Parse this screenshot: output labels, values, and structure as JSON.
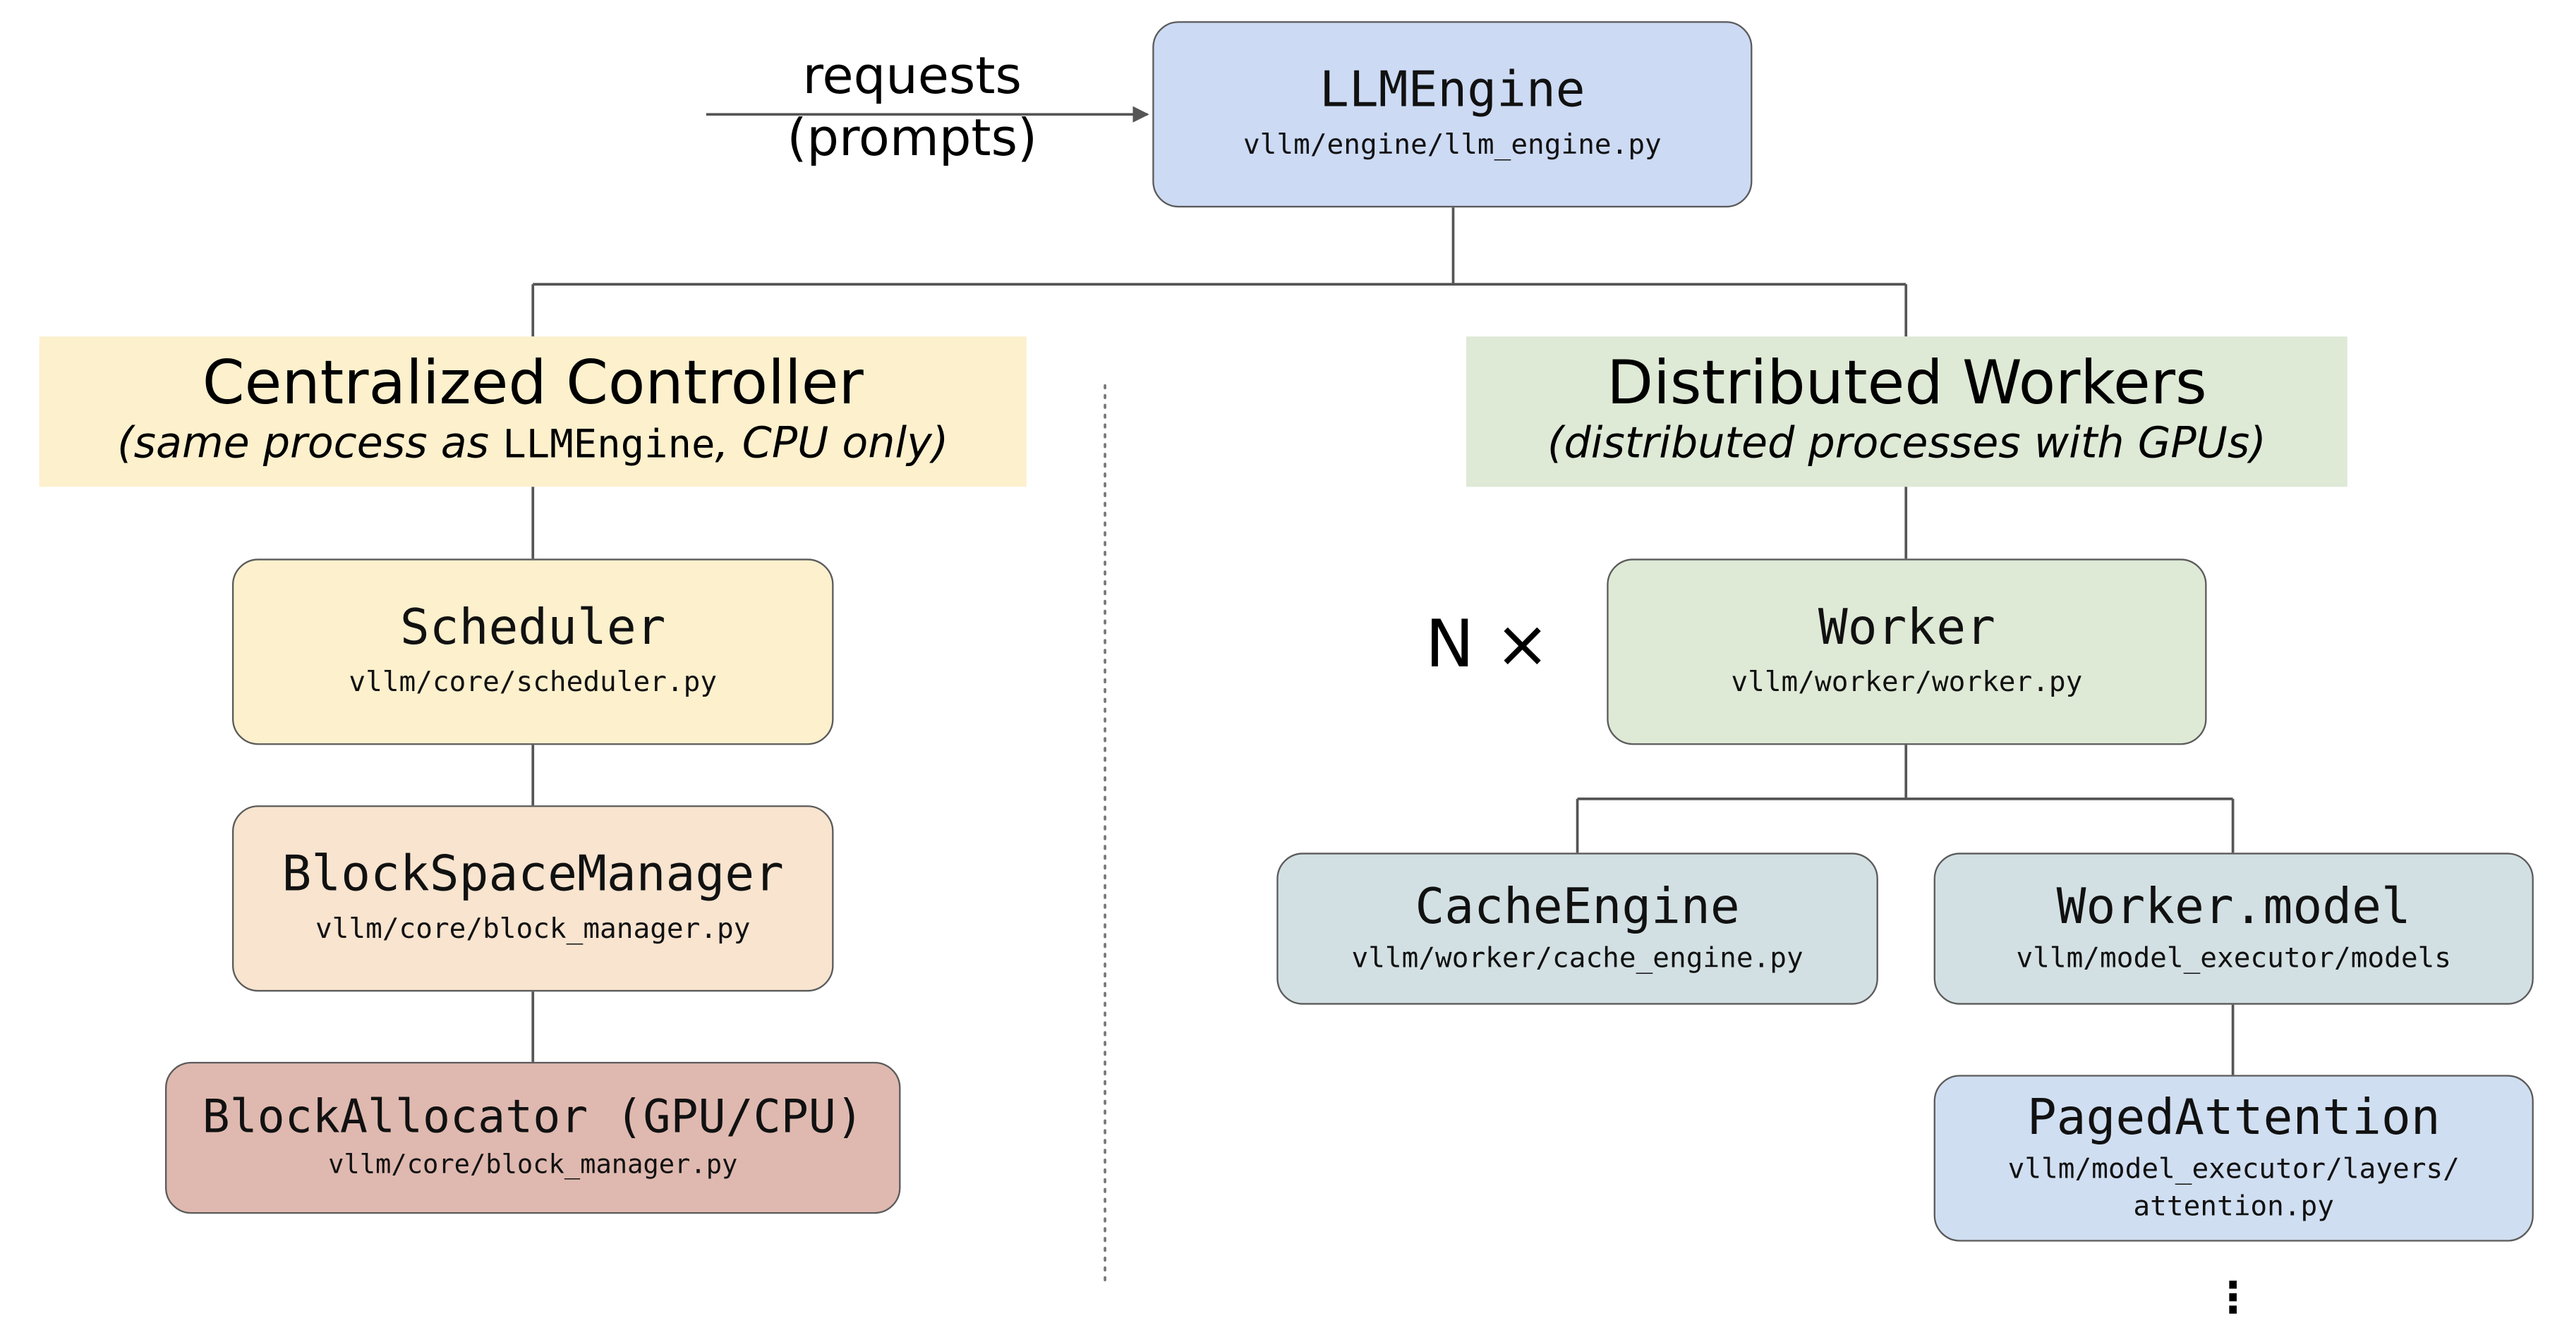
{
  "input": {
    "label_line1": "requests",
    "label_line2": "(prompts)"
  },
  "engine": {
    "name": "LLMEngine",
    "path": "vllm/engine/llm_engine.py",
    "color": "#ccdaf4"
  },
  "controller": {
    "title": "Centralized Controller",
    "subtitle_prefix": "(same process as ",
    "subtitle_code": "LLMEngine",
    "subtitle_suffix": ", CPU only)",
    "color": "#fcf0cd"
  },
  "workers": {
    "title": "Distributed Workers",
    "subtitle": "(distributed processes with GPUs)",
    "color": "#dee9d6",
    "multiplier": "N ×"
  },
  "nodes": {
    "scheduler": {
      "name": "Scheduler",
      "path": "vllm/core/scheduler.py",
      "color": "#fcf0cd"
    },
    "block_space_manager": {
      "name": "BlockSpaceManager",
      "path": "vllm/core/block_manager.py",
      "color": "#f8e4cf"
    },
    "block_allocator": {
      "name": "BlockAllocator (GPU/CPU)",
      "path": "vllm/core/block_manager.py",
      "color": "#dfb9b0"
    },
    "worker": {
      "name": "Worker",
      "path": "vllm/worker/worker.py",
      "color": "#dee9d6"
    },
    "cache_engine": {
      "name": "CacheEngine",
      "path": "vllm/worker/cache_engine.py",
      "color": "#d3e0e3"
    },
    "worker_model": {
      "name": "Worker.model",
      "path": "vllm/model_executor/models",
      "color": "#d3e0e3"
    },
    "paged_attention": {
      "name": "PagedAttention",
      "path": "vllm/model_executor/layers/ attention.py",
      "color": "#d0def1"
    }
  },
  "continuation": "⋮"
}
